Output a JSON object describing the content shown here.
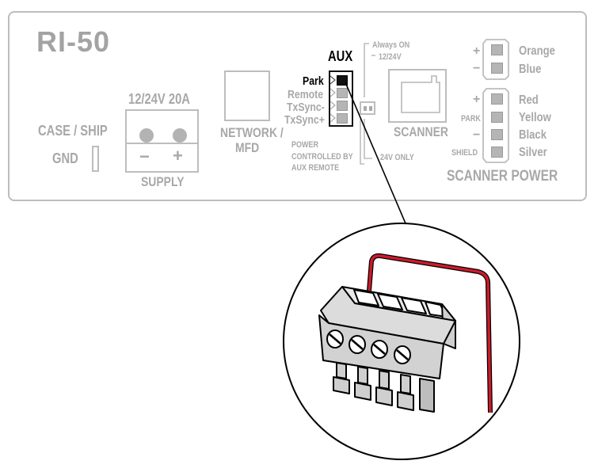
{
  "panel": {
    "model": "RI-50",
    "case_ship": "CASE / SHIP",
    "gnd": "GND",
    "supply": {
      "voltage": "12/24V 20A",
      "minus": "−",
      "plus": "+",
      "label": "SUPPLY"
    },
    "network": {
      "line1": "NETWORK /",
      "line2": "MFD"
    },
    "aux": {
      "title": "AUX",
      "pins": [
        "Park",
        "Remote",
        "TxSync-",
        "TxSync+"
      ],
      "power_note": [
        "POWER",
        "CONTROLLED BY",
        "AUX REMOTE"
      ]
    },
    "jumper": {
      "always_on": "Always ON",
      "voltage": "12/24V",
      "only": "24V ONLY"
    },
    "scanner": {
      "label": "SCANNER"
    },
    "top_connector": {
      "signs": [
        "+",
        "−"
      ],
      "wires": [
        "Orange",
        "Blue"
      ]
    },
    "scanner_power": {
      "side_labels": [
        "+",
        "PARK",
        "−",
        "SHIELD"
      ],
      "wires": [
        "Red",
        "Yellow",
        "Black",
        "Silver"
      ],
      "title": "SCANNER POWER"
    }
  },
  "colors": {
    "panel_gray": "#a8a8a8",
    "aux_black": "#000000",
    "wire_red": "#cc1b2a"
  },
  "icons": [
    "terminal-block-icon",
    "rj45-port-icon",
    "jumper-icon",
    "pluggable-connector-icon",
    "red-wire-icon"
  ]
}
